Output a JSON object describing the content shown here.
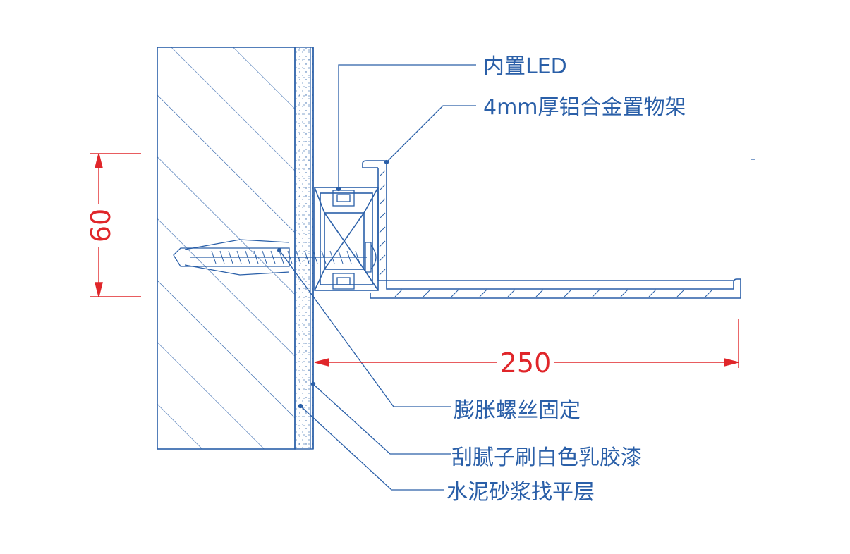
{
  "labels": {
    "led": "内置LED",
    "shelf": "4mm厚铝合金置物架",
    "screw": "膨胀螺丝固定",
    "putty": "刮腻子刷白色乳胶漆",
    "mortar": "水泥砂浆找平层"
  },
  "dimensions": {
    "height": "60",
    "width": "250"
  },
  "colors": {
    "line": "#2a5fa8",
    "dimension": "#e0262a",
    "background": "#ffffff"
  }
}
